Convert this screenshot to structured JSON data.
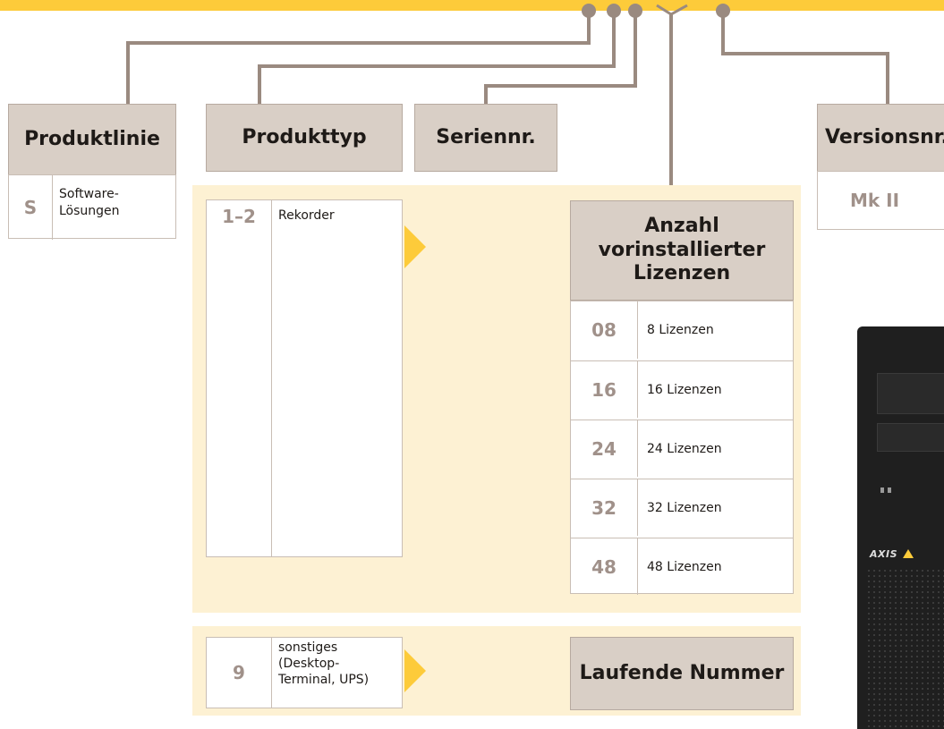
{
  "headers": {
    "produktlinie": "Produktlinie",
    "produkttyp": "Produkttyp",
    "seriennr": "Seriennr.",
    "versionsnr": "Versionsnr.",
    "anzahl": "Anzahl vorinstallierter Lizenzen",
    "laufende": "Laufende Nummer"
  },
  "produktlinie": {
    "code": "S",
    "desc": "Software-Lösungen"
  },
  "produkttyp": {
    "code": "1–2",
    "desc": "Rekorder"
  },
  "sonstiges": {
    "code": "9",
    "desc": "sonstiges (Desktop-Terminal, UPS)"
  },
  "version": "Mk II",
  "lizenzen": [
    {
      "code": "08",
      "label": "8 Lizenzen"
    },
    {
      "code": "16",
      "label": "16 Lizenzen"
    },
    {
      "code": "24",
      "label": "24 Lizenzen"
    },
    {
      "code": "32",
      "label": "32 Lizenzen"
    },
    {
      "code": "48",
      "label": "48 Lizenzen"
    }
  ],
  "device": {
    "brand": "AXIS"
  },
  "colors": {
    "accent": "#fdcb3a",
    "header_bg": "#d9cfc6",
    "zone_bg": "#fdf1d3",
    "connector": "#9a8a80",
    "code_text": "#a0918a"
  }
}
